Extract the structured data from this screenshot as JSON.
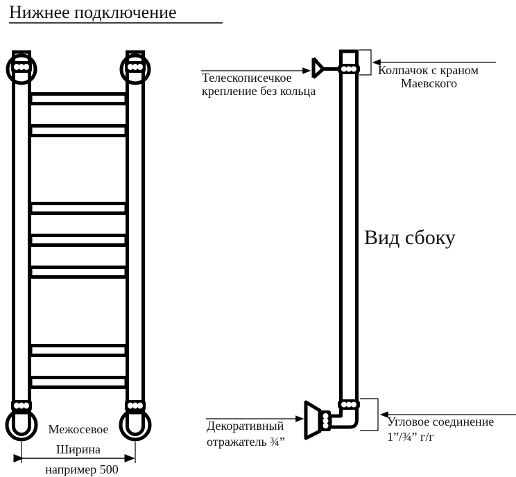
{
  "title": "Нижнее подключение",
  "front_view": {
    "dimension_label_1": "Межосевое",
    "dimension_label_2": "Ширина",
    "dimension_value": "например 500"
  },
  "side_view": {
    "title": "Вид сбоку",
    "mount_label_1": "Телескописечкое",
    "mount_label_2": "крепление без кольца",
    "cap_label_1": "Колпачок с краном",
    "cap_label_2": "Маевского",
    "reflector_label_1": "Декоративный",
    "reflector_label_2": "отражатель ¾”",
    "elbow_label_1": "Угловое соединение",
    "elbow_label_2": "1”/¾” г/г"
  }
}
